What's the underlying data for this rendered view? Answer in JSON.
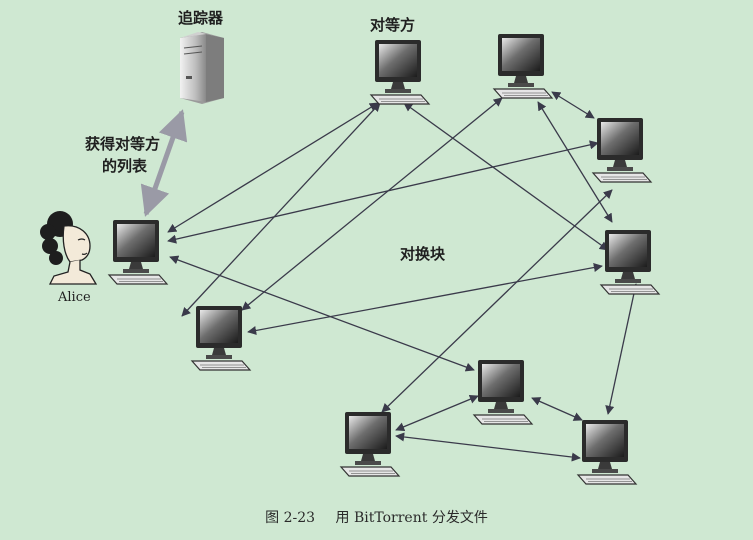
{
  "labels": {
    "tracker": "追踪器",
    "peers": "对等方",
    "get_peer_list_line1": "获得对等方",
    "get_peer_list_line2": "的列表",
    "exchange_chunks": "对换块",
    "alice": "Alice"
  },
  "caption": {
    "figure_number": "图 2-23",
    "title": "用 BitTorrent 分发文件"
  },
  "colors": {
    "background": "#cfe8d2",
    "arrow": "#3a3a4a",
    "tracker_arrow": "#9a9aa6"
  }
}
